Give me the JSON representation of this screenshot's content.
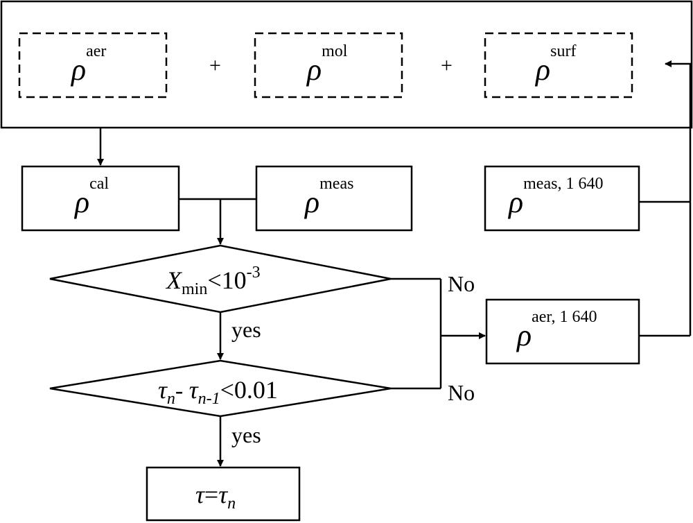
{
  "components": {
    "aer": {
      "symbol": "ρ",
      "sup": "aer"
    },
    "mol": {
      "symbol": "ρ",
      "sup": "mol"
    },
    "surf": {
      "symbol": "ρ",
      "sup": "surf"
    },
    "plus": "+"
  },
  "nodes": {
    "cal": {
      "symbol": "ρ",
      "sup": "cal"
    },
    "meas": {
      "symbol": "ρ",
      "sup": "meas"
    },
    "meas1640": {
      "symbol": "ρ",
      "sup": "meas, 1 640"
    },
    "aer1640": {
      "symbol": "ρ",
      "sup": "aer, 1 640"
    }
  },
  "decision1": {
    "var": "X",
    "sub": "min",
    "rel": "<10",
    "exp": "-3"
  },
  "decision2": {
    "tau": "τ",
    "sub_n": "n",
    "minus": "- ",
    "sub_n1": "n-1",
    "rel": "<0.01"
  },
  "result": {
    "tau": "τ",
    "eq": "=",
    "sub_n": "n"
  },
  "labels": {
    "yes": "yes",
    "no": "No"
  }
}
